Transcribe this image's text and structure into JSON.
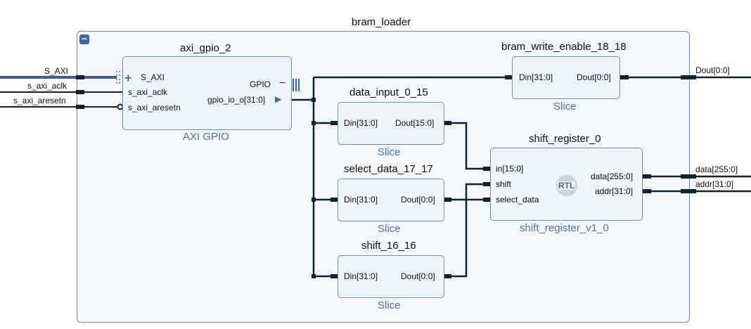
{
  "design": {
    "name": "bram_loader",
    "collapse_symbol": "−",
    "icons": {
      "collapse": "minus-square-icon",
      "rtl": "rtl-badge-icon"
    }
  },
  "external_ports": {
    "inputs": [
      "S_AXI",
      "s_axi_aclk",
      "s_axi_aresetn"
    ],
    "outputs": [
      "Dout[0:0]",
      "data[255:0]",
      "addr[31:0]"
    ]
  },
  "blocks": {
    "axi_gpio": {
      "name": "axi_gpio_2",
      "type": "AXI GPIO",
      "ports_in": [
        "S_AXI",
        "s_axi_aclk",
        "s_axi_aresetn"
      ],
      "ports_out": [
        "GPIO",
        "gpio_io_o[31:0]"
      ],
      "plus": "+",
      "minus": "−"
    },
    "bram_write_enable": {
      "name": "bram_write_enable_18_18",
      "type": "Slice",
      "din": "Din[31:0]",
      "dout": "Dout[0:0]"
    },
    "data_input": {
      "name": "data_input_0_15",
      "type": "Slice",
      "din": "Din[31:0]",
      "dout": "Dout[15:0]"
    },
    "select_data": {
      "name": "select_data_17_17",
      "type": "Slice",
      "din": "Din[31:0]",
      "dout": "Dout[0:0]"
    },
    "shift": {
      "name": "shift_16_16",
      "type": "Slice",
      "din": "Din[31:0]",
      "dout": "Dout[0:0]"
    },
    "shift_register": {
      "name": "shift_register_0",
      "type": "shift_register_v1_0",
      "badge": "RTL",
      "ports_in": [
        "in[15:0]",
        "shift",
        "select_data"
      ],
      "ports_out": [
        "data[255:0]",
        "addr[31:0]"
      ]
    }
  },
  "colors": {
    "block_fill": "#eef4fb",
    "block_border": "#6f8fb0",
    "container_border": "#6f8fb0",
    "wire": "#0f2234",
    "bus_wire": "#3b5b9a",
    "type_label": "#4a74a8"
  }
}
